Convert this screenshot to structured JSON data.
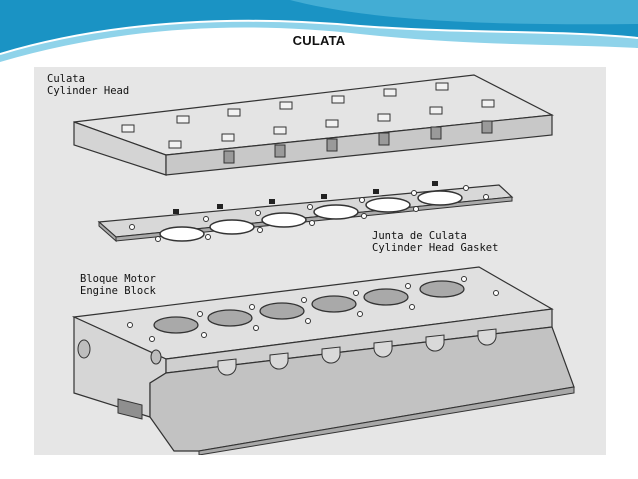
{
  "slide": {
    "title": "CULATA",
    "accent_color": "#1a93c4",
    "accent_light": "#8fd3ea"
  },
  "diagram": {
    "background": "#e6e6e6",
    "labels": {
      "head_es": "Culata",
      "head_en": "Cylinder Head",
      "gasket_es": "Junta de Culata",
      "gasket_en": "Cylinder Head Gasket",
      "block_es": "Bloque Motor",
      "block_en": "Engine Block"
    }
  }
}
